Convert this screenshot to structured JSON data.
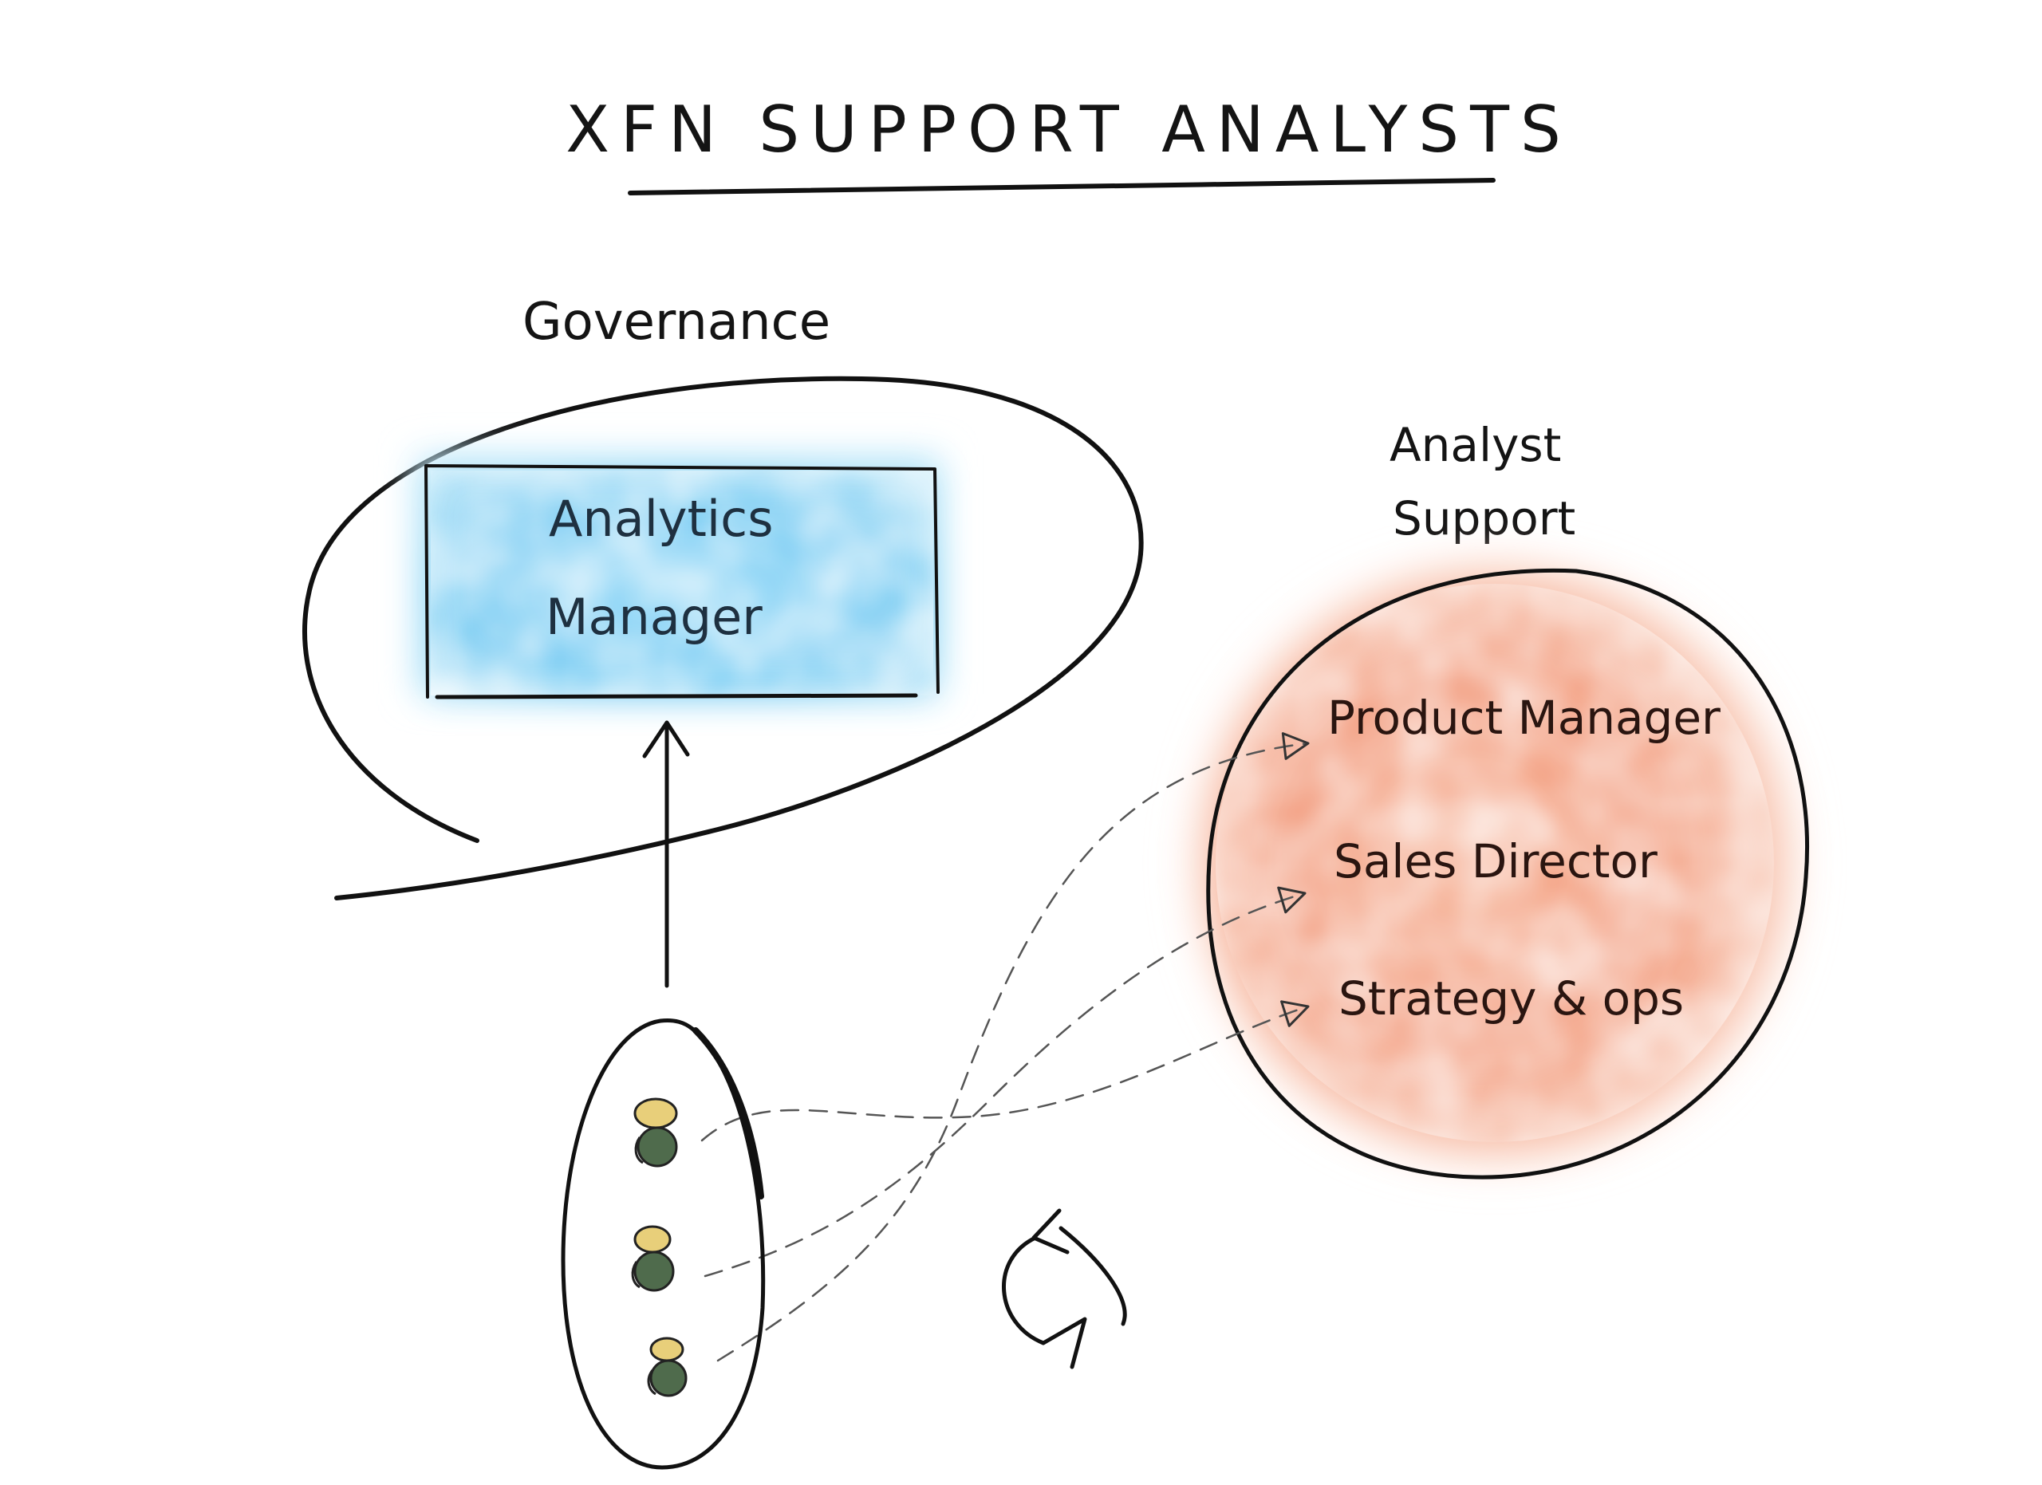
{
  "title": "XFN SUPPORT ANALYSTS",
  "governance": {
    "label": "Governance",
    "box": {
      "line1": "Analytics",
      "line2": "Manager"
    }
  },
  "analyst_support": {
    "label_line1": "Analyst",
    "label_line2": "Support",
    "roles": [
      "Product Manager",
      "Sales Director",
      "Strategy & ops"
    ]
  },
  "analysts": {
    "count": 3
  },
  "colors": {
    "ink": "#111111",
    "box_fill": "#7fd0f5",
    "circle_fill": "#f2a184",
    "person_head": "#e8cf7a",
    "person_body": "#4f6b4c"
  },
  "icons": {
    "cycle": "cycle-arrows-icon",
    "person": "person-icon",
    "arrow": "arrow-icon"
  }
}
